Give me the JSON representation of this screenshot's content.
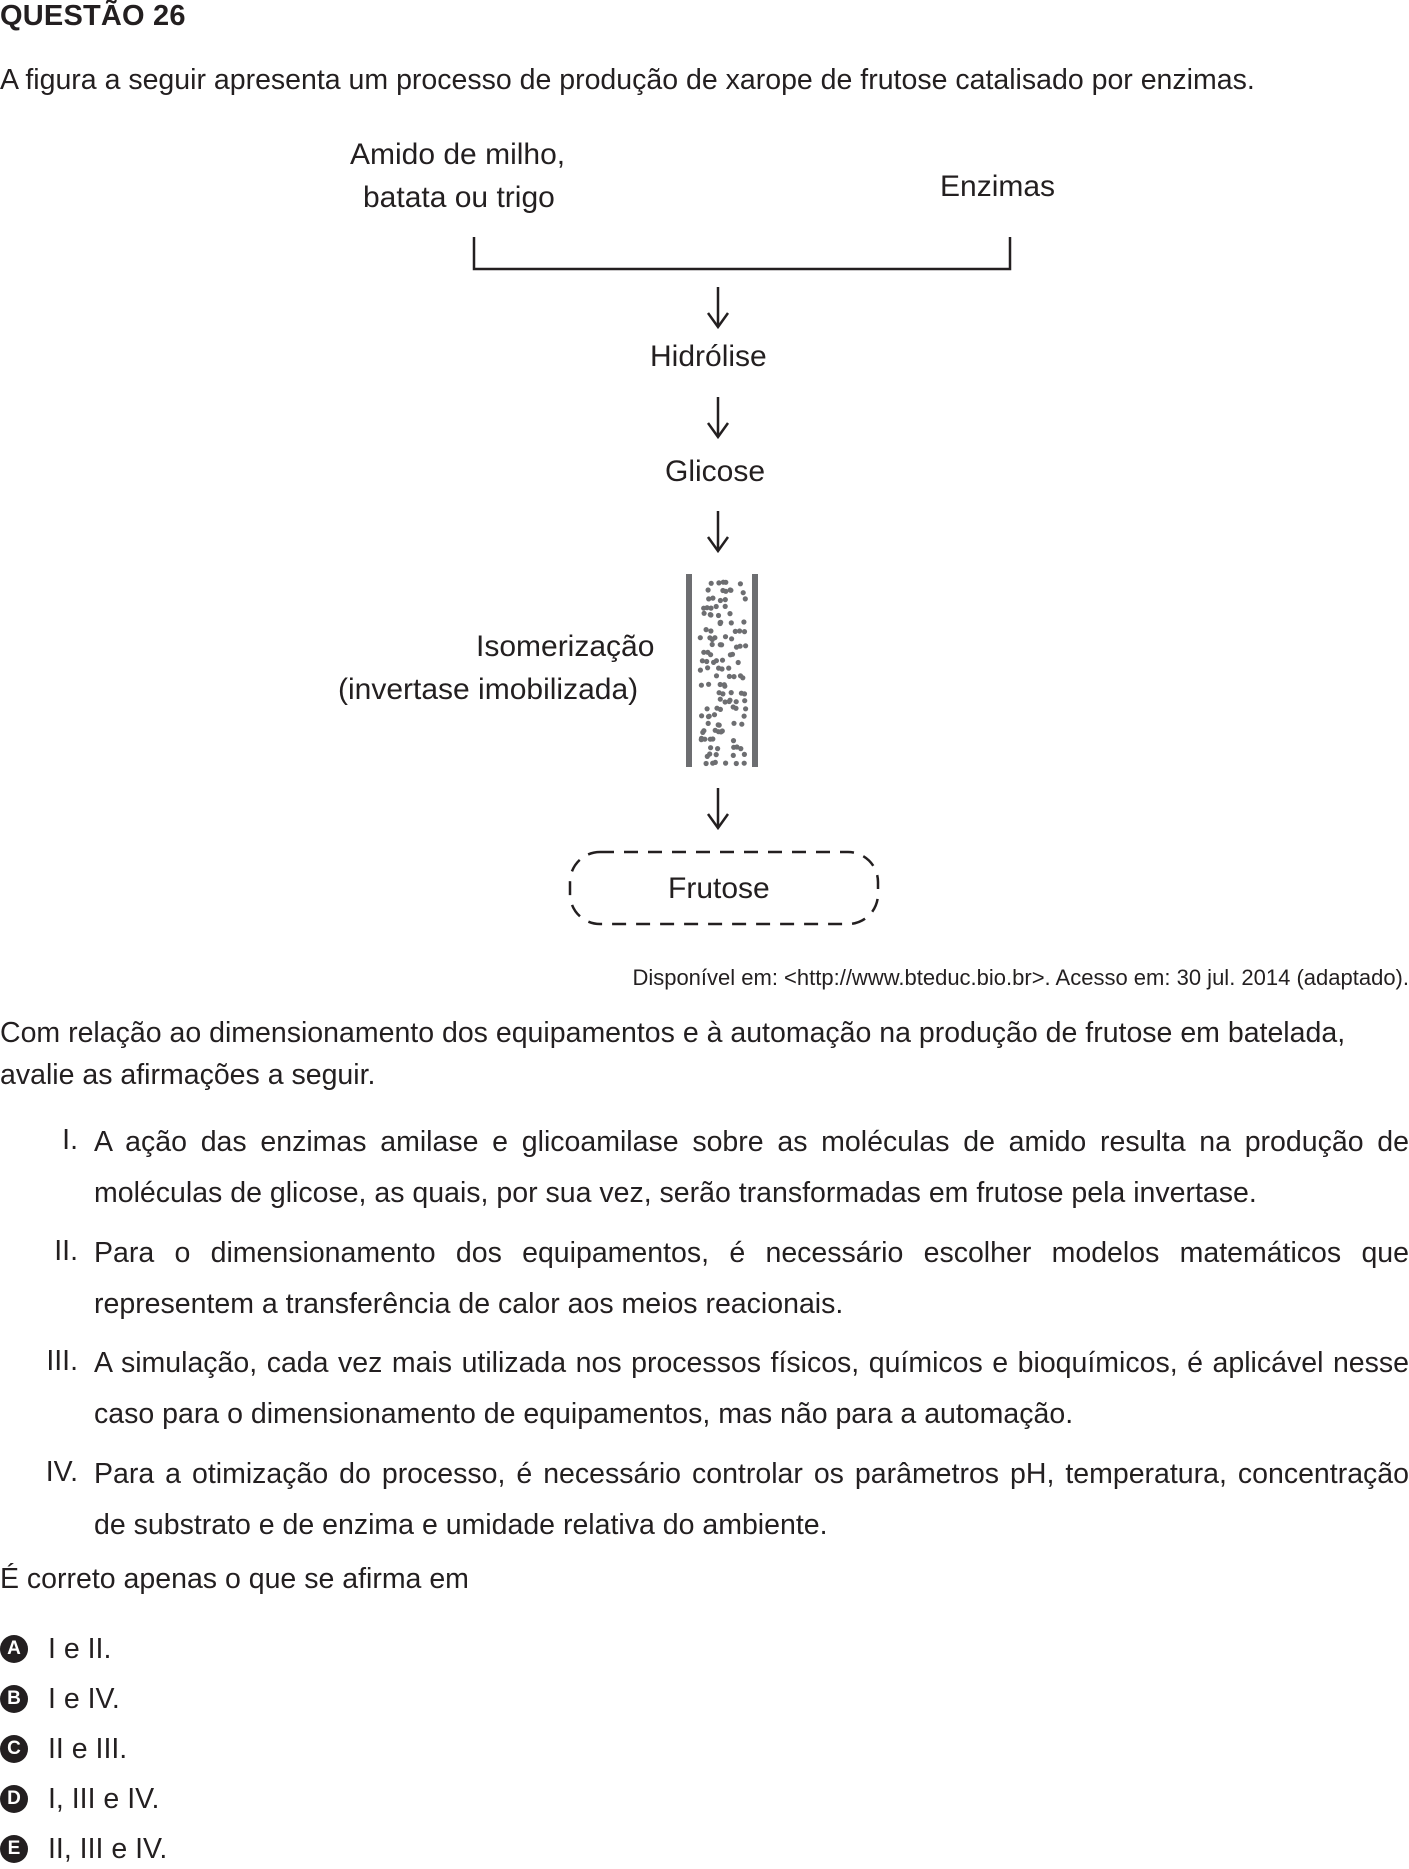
{
  "question": {
    "title": "QUESTÃO 26",
    "intro": "A figura a seguir apresenta um processo de produção de xarope de frutose catalisado por enzimas.",
    "diagram": {
      "input_left_line1": "Amido de milho,",
      "input_left_line2": "batata ou trigo",
      "input_right": "Enzimas",
      "step1": "Hidrólise",
      "step2": "Glicose",
      "step3_line1": "Isomerização",
      "step3_line2": "(invertase imobilizada)",
      "product": "Frutose"
    },
    "source": "Disponível em: <http://www.bteduc.bio.br>. Acesso em: 30 jul. 2014 (adaptado).",
    "stem_line1": "Com relação ao dimensionamento dos equipamentos e à automação na produção de frutose em batelada,",
    "stem_line2": "avalie as afirmações a seguir.",
    "items": [
      {
        "num": "I.",
        "text": "A ação das enzimas amilase e glicoamilase sobre as moléculas de amido resulta na produção de moléculas de glicose, as quais, por sua vez, serão transformadas em frutose pela invertase."
      },
      {
        "num": "II.",
        "text": "Para o dimensionamento dos equipamentos, é necessário escolher modelos matemáticos que representem a transferência de calor aos meios reacionais."
      },
      {
        "num": "III.",
        "text": "A simulação, cada vez mais utilizada nos processos físicos, químicos e bioquímicos, é aplicável nesse caso para o dimensionamento de equipamentos, mas não para a automação."
      },
      {
        "num": "IV.",
        "text": "Para a otimização do processo, é necessário controlar os parâmetros pH, temperatura, concentração de substrato e de enzima e umidade relativa do ambiente."
      }
    ],
    "prompt": "É correto apenas o que se afirma em",
    "options": [
      {
        "letter": "A",
        "text": "I e II."
      },
      {
        "letter": "B",
        "text": "I e IV."
      },
      {
        "letter": "C",
        "text": "II e III."
      },
      {
        "letter": "D",
        "text": "I, III e IV."
      },
      {
        "letter": "E",
        "text": "II, III e IV."
      }
    ]
  }
}
